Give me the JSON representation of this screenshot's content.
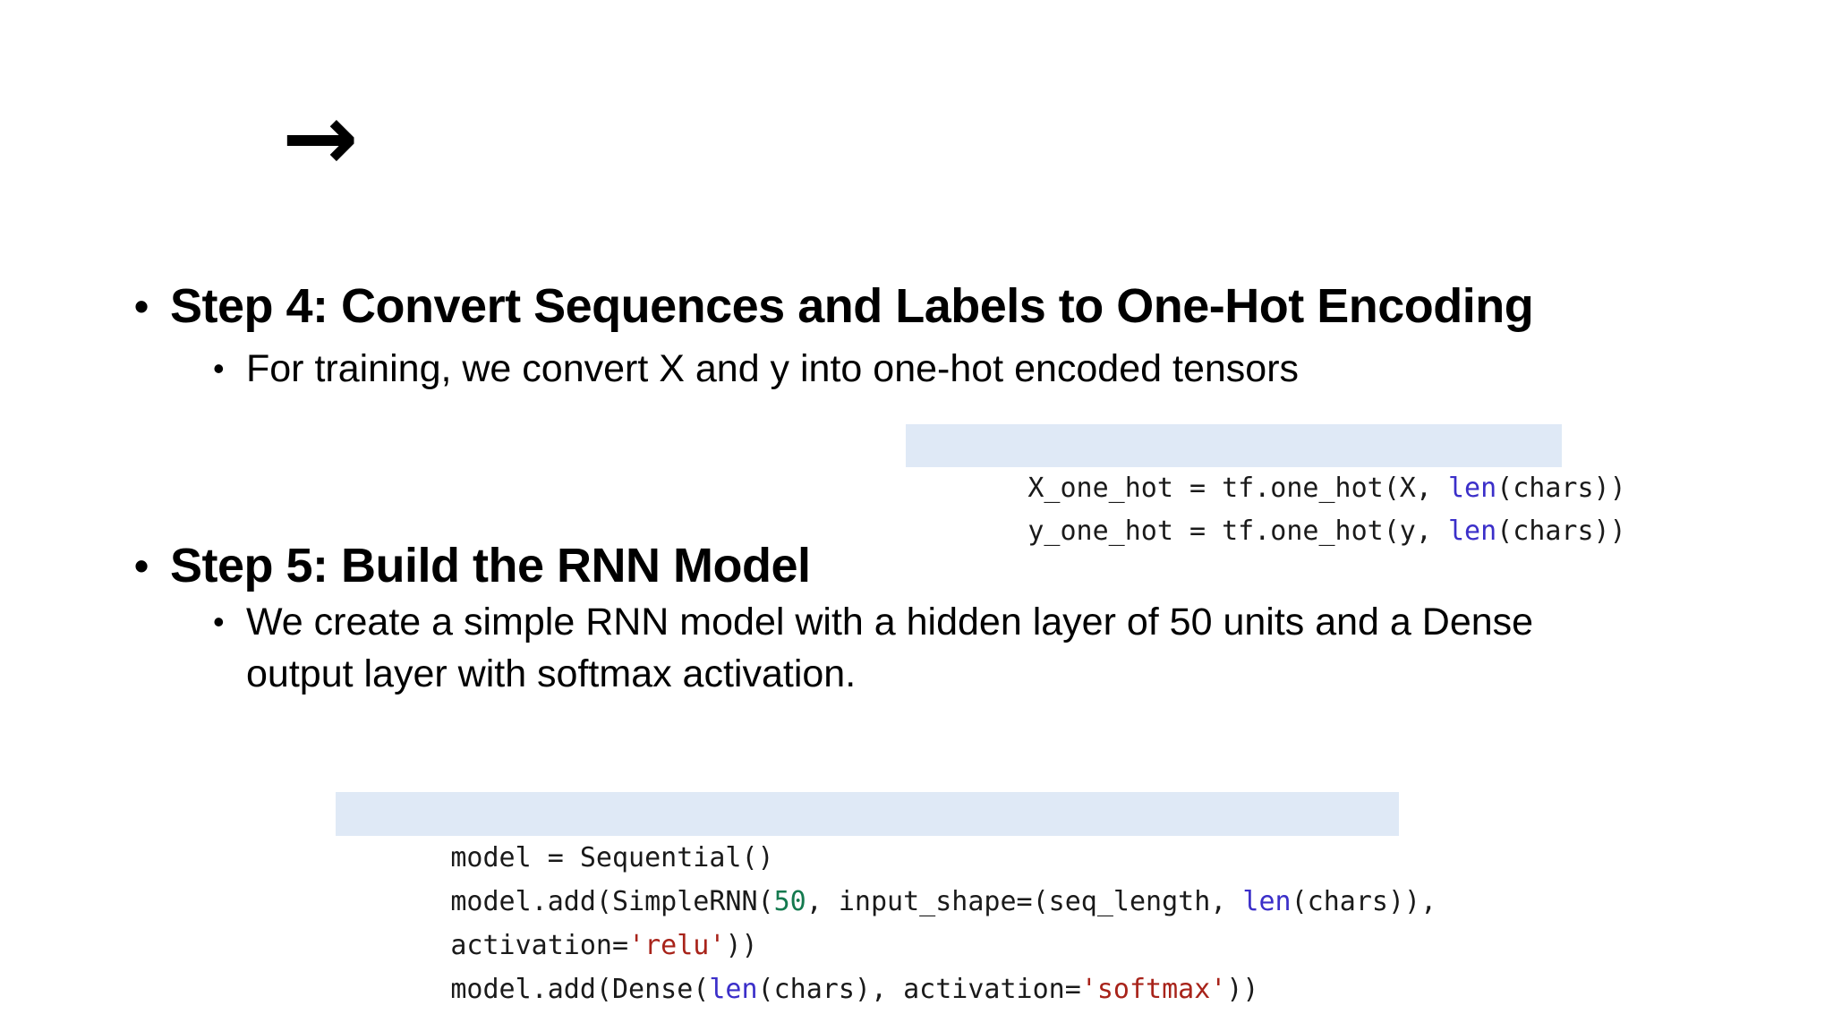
{
  "arrow": {
    "glyph": "→"
  },
  "bullets": {
    "step4": {
      "marker": "•",
      "title": "Step 4: Convert Sequences and Labels to One-Hot Encoding"
    },
    "step4_sub": {
      "marker": "•",
      "text": "For training, we convert X and y into one-hot encoded tensors"
    },
    "step5": {
      "marker": "•",
      "title": "Step 5: Build the RNN Model"
    },
    "step5_sub": {
      "marker": "•",
      "lines": [
        "We create a simple RNN model with a hidden layer of 50 units and a Dense",
        "output layer with softmax activation."
      ]
    }
  },
  "code1": {
    "lines": [
      {
        "highlighted": true,
        "tokens": [
          {
            "text": "X_one_hot = tf.one_hot(X, ",
            "cls": "plain"
          },
          {
            "text": "len",
            "cls": "builtin"
          },
          {
            "text": "(chars))",
            "cls": "plain"
          }
        ]
      },
      {
        "highlighted": false,
        "tokens": [
          {
            "text": "y_one_hot = tf.one_hot(y, ",
            "cls": "plain"
          },
          {
            "text": "len",
            "cls": "builtin"
          },
          {
            "text": "(chars))",
            "cls": "plain"
          }
        ]
      }
    ]
  },
  "code2": {
    "lines": [
      {
        "highlighted": true,
        "tokens": [
          {
            "text": "model = Sequential()",
            "cls": "plain"
          }
        ]
      },
      {
        "highlighted": false,
        "tokens": [
          {
            "text": "model.add(SimpleRNN(",
            "cls": "plain"
          },
          {
            "text": "50",
            "cls": "number"
          },
          {
            "text": ", input_shape=(seq_length, ",
            "cls": "plain"
          },
          {
            "text": "len",
            "cls": "builtin"
          },
          {
            "text": "(chars)),",
            "cls": "plain"
          }
        ]
      },
      {
        "highlighted": false,
        "tokens": [
          {
            "text": "activation=",
            "cls": "plain"
          },
          {
            "text": "'relu'",
            "cls": "string"
          },
          {
            "text": "))",
            "cls": "plain"
          }
        ]
      },
      {
        "highlighted": false,
        "tokens": [
          {
            "text": "model.add(Dense(",
            "cls": "plain"
          },
          {
            "text": "len",
            "cls": "builtin"
          },
          {
            "text": "(chars), activation=",
            "cls": "plain"
          },
          {
            "text": "'softmax'",
            "cls": "string"
          },
          {
            "text": "))",
            "cls": "plain"
          }
        ]
      }
    ]
  },
  "colors": {
    "background": "#ffffff",
    "body_text": "#000000",
    "code_text": "#1a1a1a",
    "code_highlight_bg": "#dfe9f6",
    "builtin": "#3b2fc9",
    "number": "#147a4f",
    "string": "#a8231a"
  }
}
